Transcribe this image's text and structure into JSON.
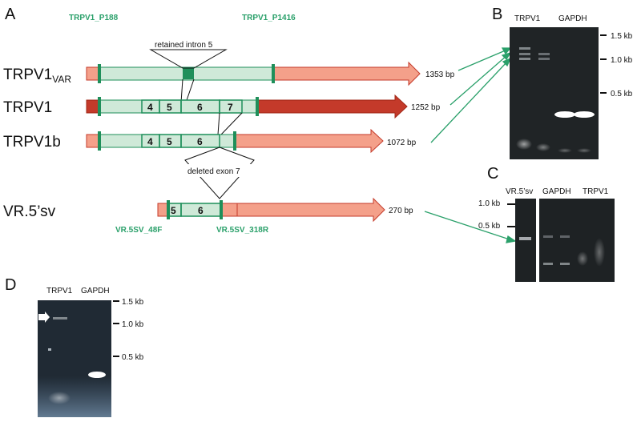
{
  "panels": {
    "a": "A",
    "b": "B",
    "c": "C",
    "d": "D"
  },
  "primers": {
    "top_left": "TRPV1_P188",
    "top_right": "TRPV1_P1416",
    "bottom_left": "VR.5SV_48F",
    "bottom_right": "VR.5SV_318R"
  },
  "isoforms": [
    {
      "name": "TRPV1",
      "subscript": "VAR",
      "length": "1353 bp"
    },
    {
      "name": "TRPV1",
      "subscript": "",
      "length": "1252 bp"
    },
    {
      "name": "TRPV1b",
      "subscript": "",
      "length": "1072 bp"
    },
    {
      "name": "VR.5’sv",
      "subscript": "",
      "length": "270 bp"
    }
  ],
  "exons": {
    "e4": "4",
    "e5": "5",
    "e6": "6",
    "e7": "7"
  },
  "annotations": {
    "retained": "retained intron 5",
    "deleted": "deleted exon 7"
  },
  "gel_b": {
    "lanes": [
      "TRPV1",
      "GAPDH"
    ],
    "markers": [
      "1.5 kb",
      "1.0 kb",
      "0.5 kb"
    ]
  },
  "gel_c": {
    "lanes": [
      "VR.5’sv",
      "GAPDH",
      "TRPV1"
    ],
    "markers": [
      "1.0 kb",
      "0.5 kb"
    ]
  },
  "gel_d": {
    "lanes": [
      "TRPV1",
      "GAPDH"
    ],
    "markers": [
      "1.5 kb",
      "1.0 kb",
      "0.5 kb"
    ]
  },
  "colors": {
    "primer_green": "#2aa06a",
    "exon_green": "#1f8f5a",
    "light_green": "#cfe9d8",
    "salmon": "#f4a08a",
    "dark_red": "#c43a2a"
  }
}
